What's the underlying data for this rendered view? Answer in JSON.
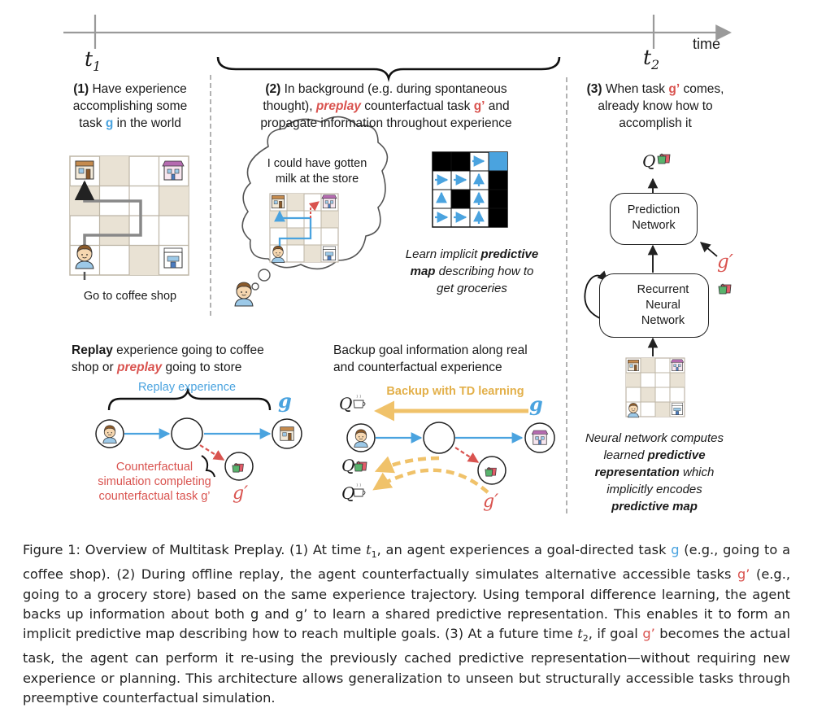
{
  "timeline": {
    "time_label": "time",
    "t1_base": "t",
    "t1_sub": "1",
    "t2_base": "t",
    "t2_sub": "2"
  },
  "panel1": {
    "num": "(1)",
    "line1": " Have experience",
    "line2": "accomplishing some",
    "line3_pre": "task ",
    "goal": "g",
    "line3_post": " in the world",
    "caption": "Go to coffee shop"
  },
  "panel2": {
    "num": "(2)",
    "line1": " In background (e.g. during spontaneous",
    "line2_pre": "thought), ",
    "preplay": "preplay",
    "line2_mid": " counterfactual task ",
    "goal": "g’",
    "line2_post": " and",
    "line3": "propagate information throughout experience",
    "thought_line1": "I could have gotten",
    "thought_line2": "milk at the store",
    "learn_pre": "Learn implicit ",
    "learn_bold": "predictive",
    "learn_line2_bold": "map",
    "learn_line2_post": " describing how to",
    "learn_line3": "get groceries"
  },
  "panel3": {
    "num": "(3)",
    "line1_pre": " When task ",
    "goal": "g’",
    "line1_post": " comes,",
    "line2": "already know how to",
    "line3": "accomplish it",
    "q_label": "Q",
    "prediction_line1": "Prediction",
    "prediction_line2": "Network",
    "rnn_line1": "Recurrent",
    "rnn_line2": "Neural",
    "rnn_line3": "Network",
    "g_prime": "g′",
    "nn_line1": "Neural network computes",
    "nn_line2_pre": "learned ",
    "nn_line2_bold": "predictive",
    "nn_line3_bold": "representation",
    "nn_line3_post": " which",
    "nn_line4": "implicitly encodes",
    "nn_line5_bold": "predictive map"
  },
  "replay": {
    "line1_bold": "Replay",
    "line1_post": " experience going to coffee",
    "line2_pre": "shop or ",
    "preplay": "preplay",
    "line2_post": " going to store",
    "replay_experience": "Replay experience",
    "g": "g",
    "g_prime": "g′",
    "cf_line1": "Counterfactual",
    "cf_line2": "simulation completing",
    "cf_line3": "counterfactual task g’"
  },
  "backup": {
    "line1": "Backup goal information along real",
    "line2": "and counterfactual experience",
    "td_label": "Backup with TD learning",
    "g": "g",
    "g_prime": "g′",
    "q": "Q"
  },
  "caption": {
    "s1": "Figure 1: Overview of Multitask Preplay. (1) At time ",
    "t1": "t",
    "t1_sub": "1",
    "s2": ", an agent experiences a goal-directed task ",
    "g1": "g",
    "s3": " (e.g., going to a coffee shop). (2) During offline replay, the agent counterfactually simulates alternative accessible tasks ",
    "gp1": "g’",
    "s4": " (e.g., going to a grocery store) based on the same experience trajectory. Using temporal difference learning, the agent backs up information about both g and g’ to learn a shared predictive representation. This enables it to form an implicit predictive map describing how to reach multiple goals. (3) At a future time ",
    "t2": "t",
    "t2_sub": "2",
    "s5": ", if goal ",
    "gp2": "g’",
    "s6": " becomes the actual task, the agent can perform it re-using the previously cached predictive representation—without requiring new experience or planning. This architecture allows generalization to unseen but structurally accessible tasks through preemptive counterfactual simulation."
  },
  "colors": {
    "blue": "#4aa3df",
    "red": "#d9534f",
    "orange": "#f0c26a",
    "grid_tan": "#e9e2d4",
    "grid_line": "#bdb5a6",
    "axis_gray": "#9a9a9a"
  }
}
